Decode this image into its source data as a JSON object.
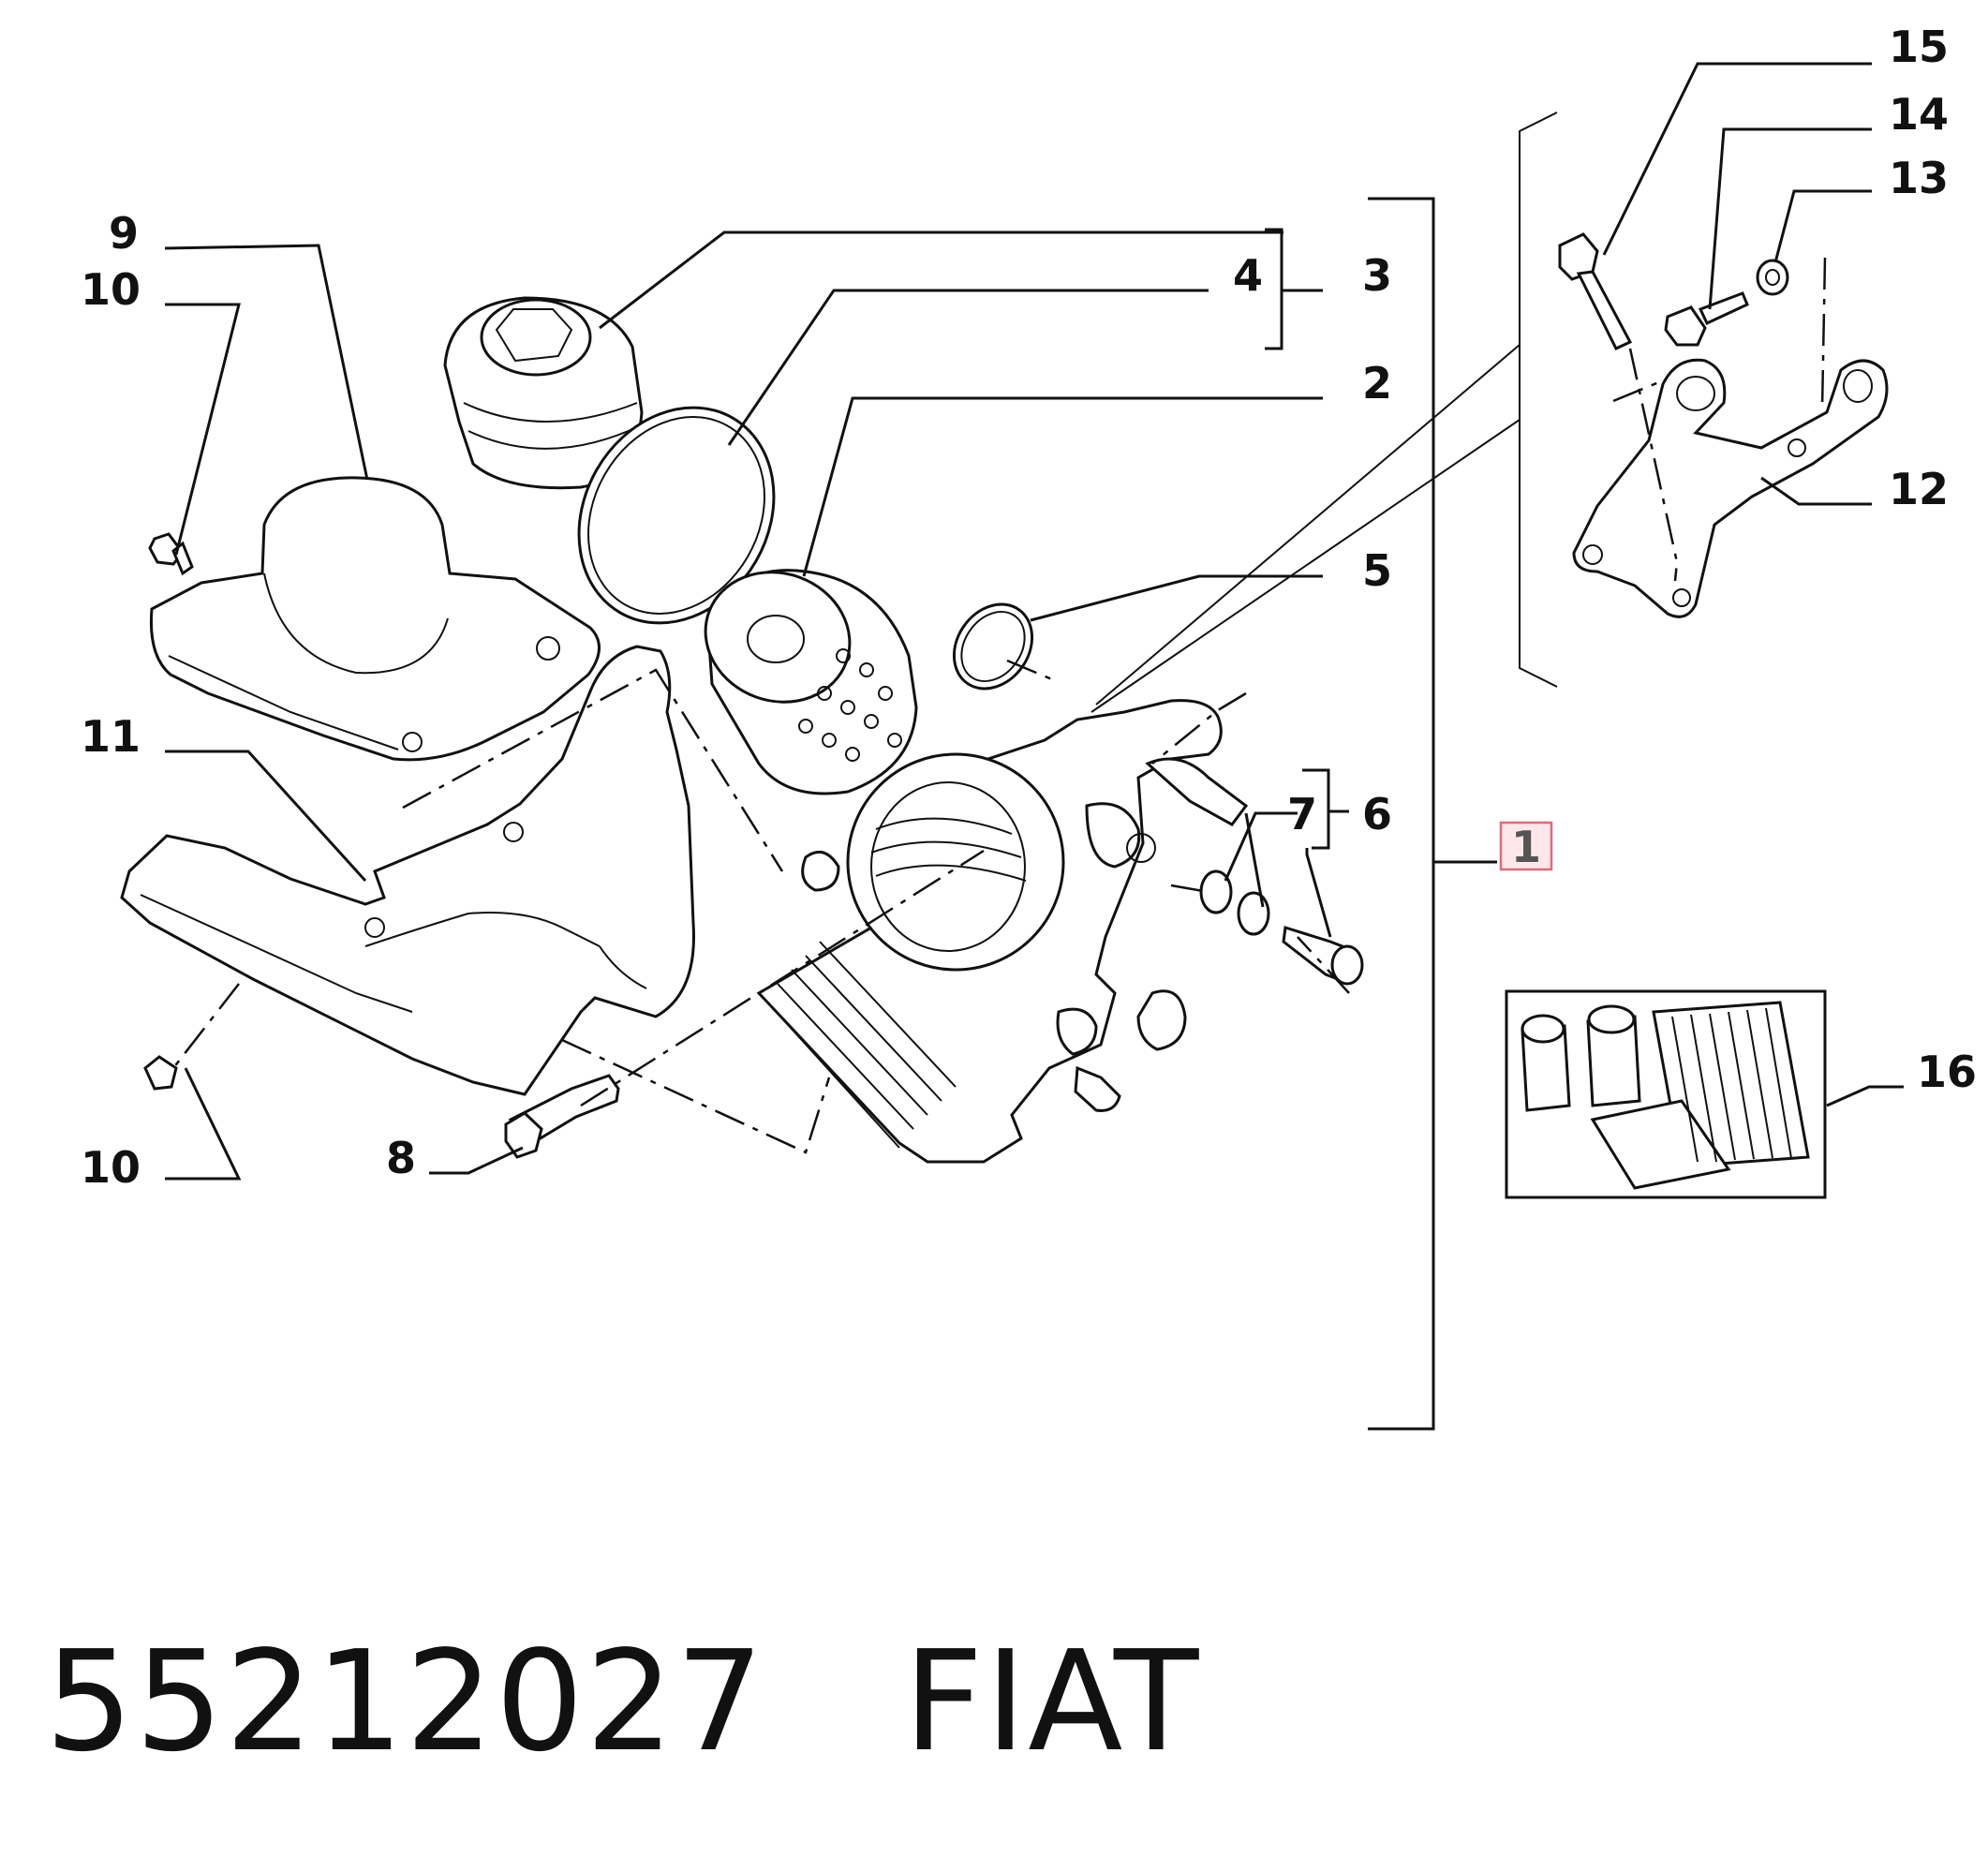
{
  "callouts": {
    "c1": "1",
    "c2": "2",
    "c3": "3",
    "c4": "4",
    "c5": "5",
    "c6": "6",
    "c7": "7",
    "c8": "8",
    "c9": "9",
    "c10a": "10",
    "c10b": "10",
    "c11": "11",
    "c12": "12",
    "c13": "13",
    "c14": "14",
    "c15": "15",
    "c16": "16"
  },
  "caption": {
    "part_number": "55212027",
    "brand": "FIAT"
  },
  "colors": {
    "line": "#111111",
    "highlight_border": "#e06a7a",
    "highlight_fill": "#fde7ea"
  }
}
